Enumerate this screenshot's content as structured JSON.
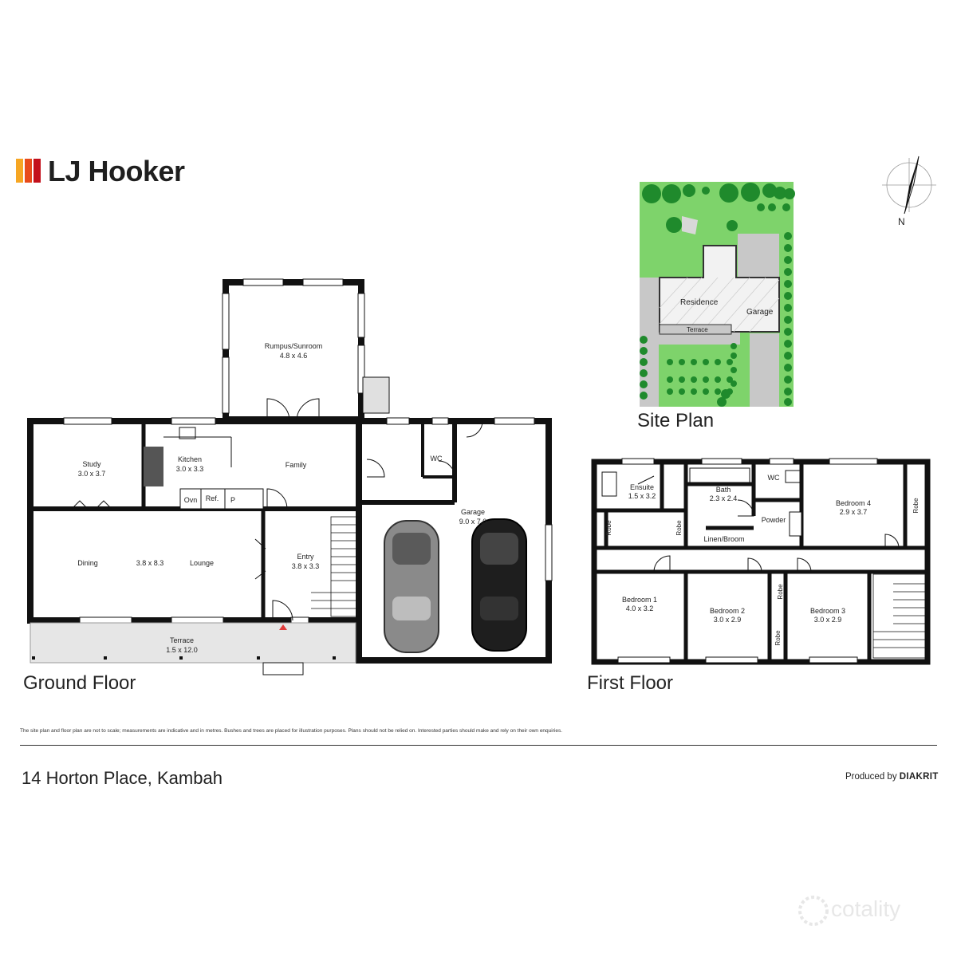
{
  "brand": {
    "name": "LJ Hooker",
    "colors": [
      "#f6a623",
      "#e84b1a",
      "#c3101b"
    ]
  },
  "site_plan": {
    "title": "Site Plan",
    "labels": {
      "residence": "Residence",
      "garage": "Garage",
      "terrace": "Terrace"
    },
    "colors": {
      "lawn": "#7ed36b",
      "tree": "#1f8a2c",
      "paving": "#c8c8c8"
    }
  },
  "compass": {
    "north_label": "N"
  },
  "ground_floor": {
    "title": "Ground Floor",
    "rooms": {
      "rumpus": {
        "name": "Rumpus/Sunroom",
        "size": "4.8 x 4.6"
      },
      "study": {
        "name": "Study",
        "size": "3.0 x 3.7"
      },
      "kitchen": {
        "name": "Kitchen",
        "size": "3.0 x 3.3"
      },
      "family": {
        "name": "Family"
      },
      "wc": {
        "name": "WC"
      },
      "garage": {
        "name": "Garage",
        "size": "9.0 x 7.0"
      },
      "dining": {
        "name": "Dining"
      },
      "dining_lounge_size": "3.8 x 8.3",
      "lounge": {
        "name": "Lounge"
      },
      "entry": {
        "name": "Entry",
        "size": "3.8 x 3.3"
      },
      "terrace": {
        "name": "Terrace",
        "size": "1.5 x 12.0"
      }
    },
    "fixtures": {
      "oven": "Ovn",
      "fridge": "Ref.",
      "pantry": "P"
    }
  },
  "first_floor": {
    "title": "First Floor",
    "rooms": {
      "ensuite": {
        "name": "Ensuite",
        "size": "1.5 x 3.2"
      },
      "bath": {
        "name": "Bath",
        "size": "2.3 x 2.4"
      },
      "wc": {
        "name": "WC"
      },
      "powder": {
        "name": "Powder"
      },
      "bedroom4": {
        "name": "Bedroom 4",
        "size": "2.9 x 3.7"
      },
      "linen": {
        "name": "Linen/Broom"
      },
      "bedroom1": {
        "name": "Bedroom 1",
        "size": "4.0 x 3.2"
      },
      "bedroom2": {
        "name": "Bedroom 2",
        "size": "3.0 x 2.9"
      },
      "bedroom3": {
        "name": "Bedroom 3",
        "size": "3.0 x 2.9"
      },
      "robe": "Robe"
    }
  },
  "footer": {
    "disclaimer": "The site plan and floor plan are not to scale; measurements are indicative and in metres. Bushes and trees are placed for illustration purposes. Plans should not be relied on. Interested parties should make and rely on their own enquiries.",
    "address": "14 Horton Place, Kambah",
    "produced_by": "Produced by",
    "producer": "DIAKRIT",
    "watermark": "cotality"
  }
}
